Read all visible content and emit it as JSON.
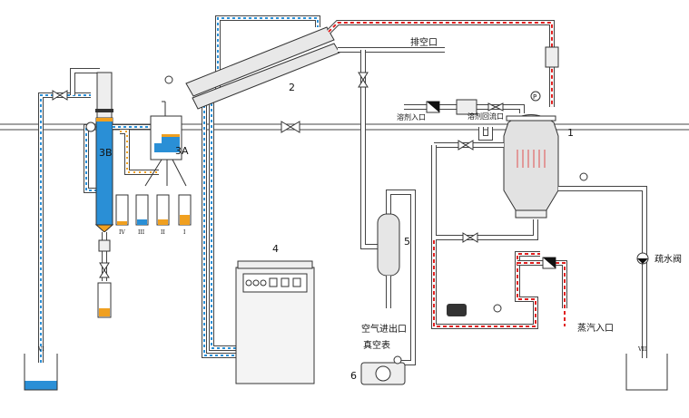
{
  "labels": {
    "vent": "排空口",
    "solvent_inlet": "溶剂入口",
    "solvent_return": "溶剂回流口",
    "steam_trap": "疏水阀",
    "steam_inlet": "蒸汽入口",
    "air_port": "空气进出口",
    "vacuum_gauge": "真空表",
    "pressure_gauge": "P"
  },
  "components": {
    "extraction_tank": "1",
    "condenser": "2",
    "separator_a": "3A",
    "separator_b": "3B",
    "heater": "4",
    "buffer_tank": "5",
    "vacuum_pump": "6"
  },
  "receivers": [
    "IV",
    "III",
    "II",
    "I"
  ],
  "drains": [
    "VI",
    "VII"
  ],
  "colors": {
    "water": "#2a8fd6",
    "steam": "#e02020",
    "oil": "#f0a020",
    "pipe": "#444444"
  }
}
